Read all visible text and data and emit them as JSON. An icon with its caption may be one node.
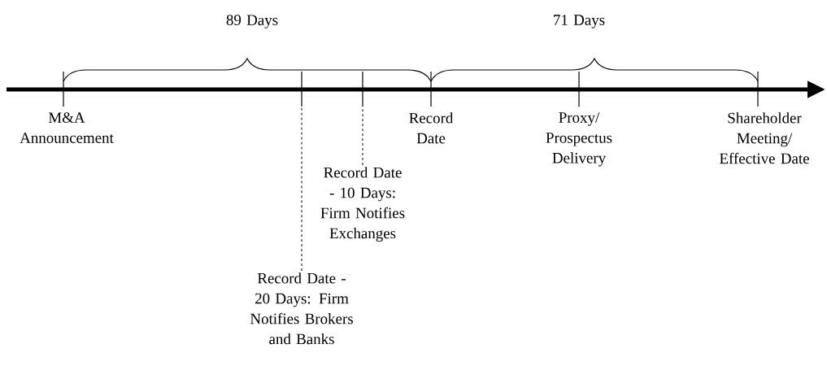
{
  "diagram": {
    "nodes": [
      {
        "text": [
          "Record Date - 10 Days: Firm Notifies Exchanges"
        ]
      },
      {
        "text": [
          "Record Date - 20 Days: Firm Notifies Brokers and Banks"
        ]
      }
    ],
    "edges": [
      {
        "from": 0,
        "to": null,
        "arrow": "none",
        "style": "dashed"
      },
      {
        "from": 1,
        "to": null,
        "arrow": "none",
        "style": "dashed"
      }
    ],
    "labels": [
      "89 Days",
      "71 Days",
      "M&A Announcement",
      "Record Date",
      "Proxy/ Prospectus Delivery",
      "Shareholder Meeting/ Effective Date"
    ]
  }
}
